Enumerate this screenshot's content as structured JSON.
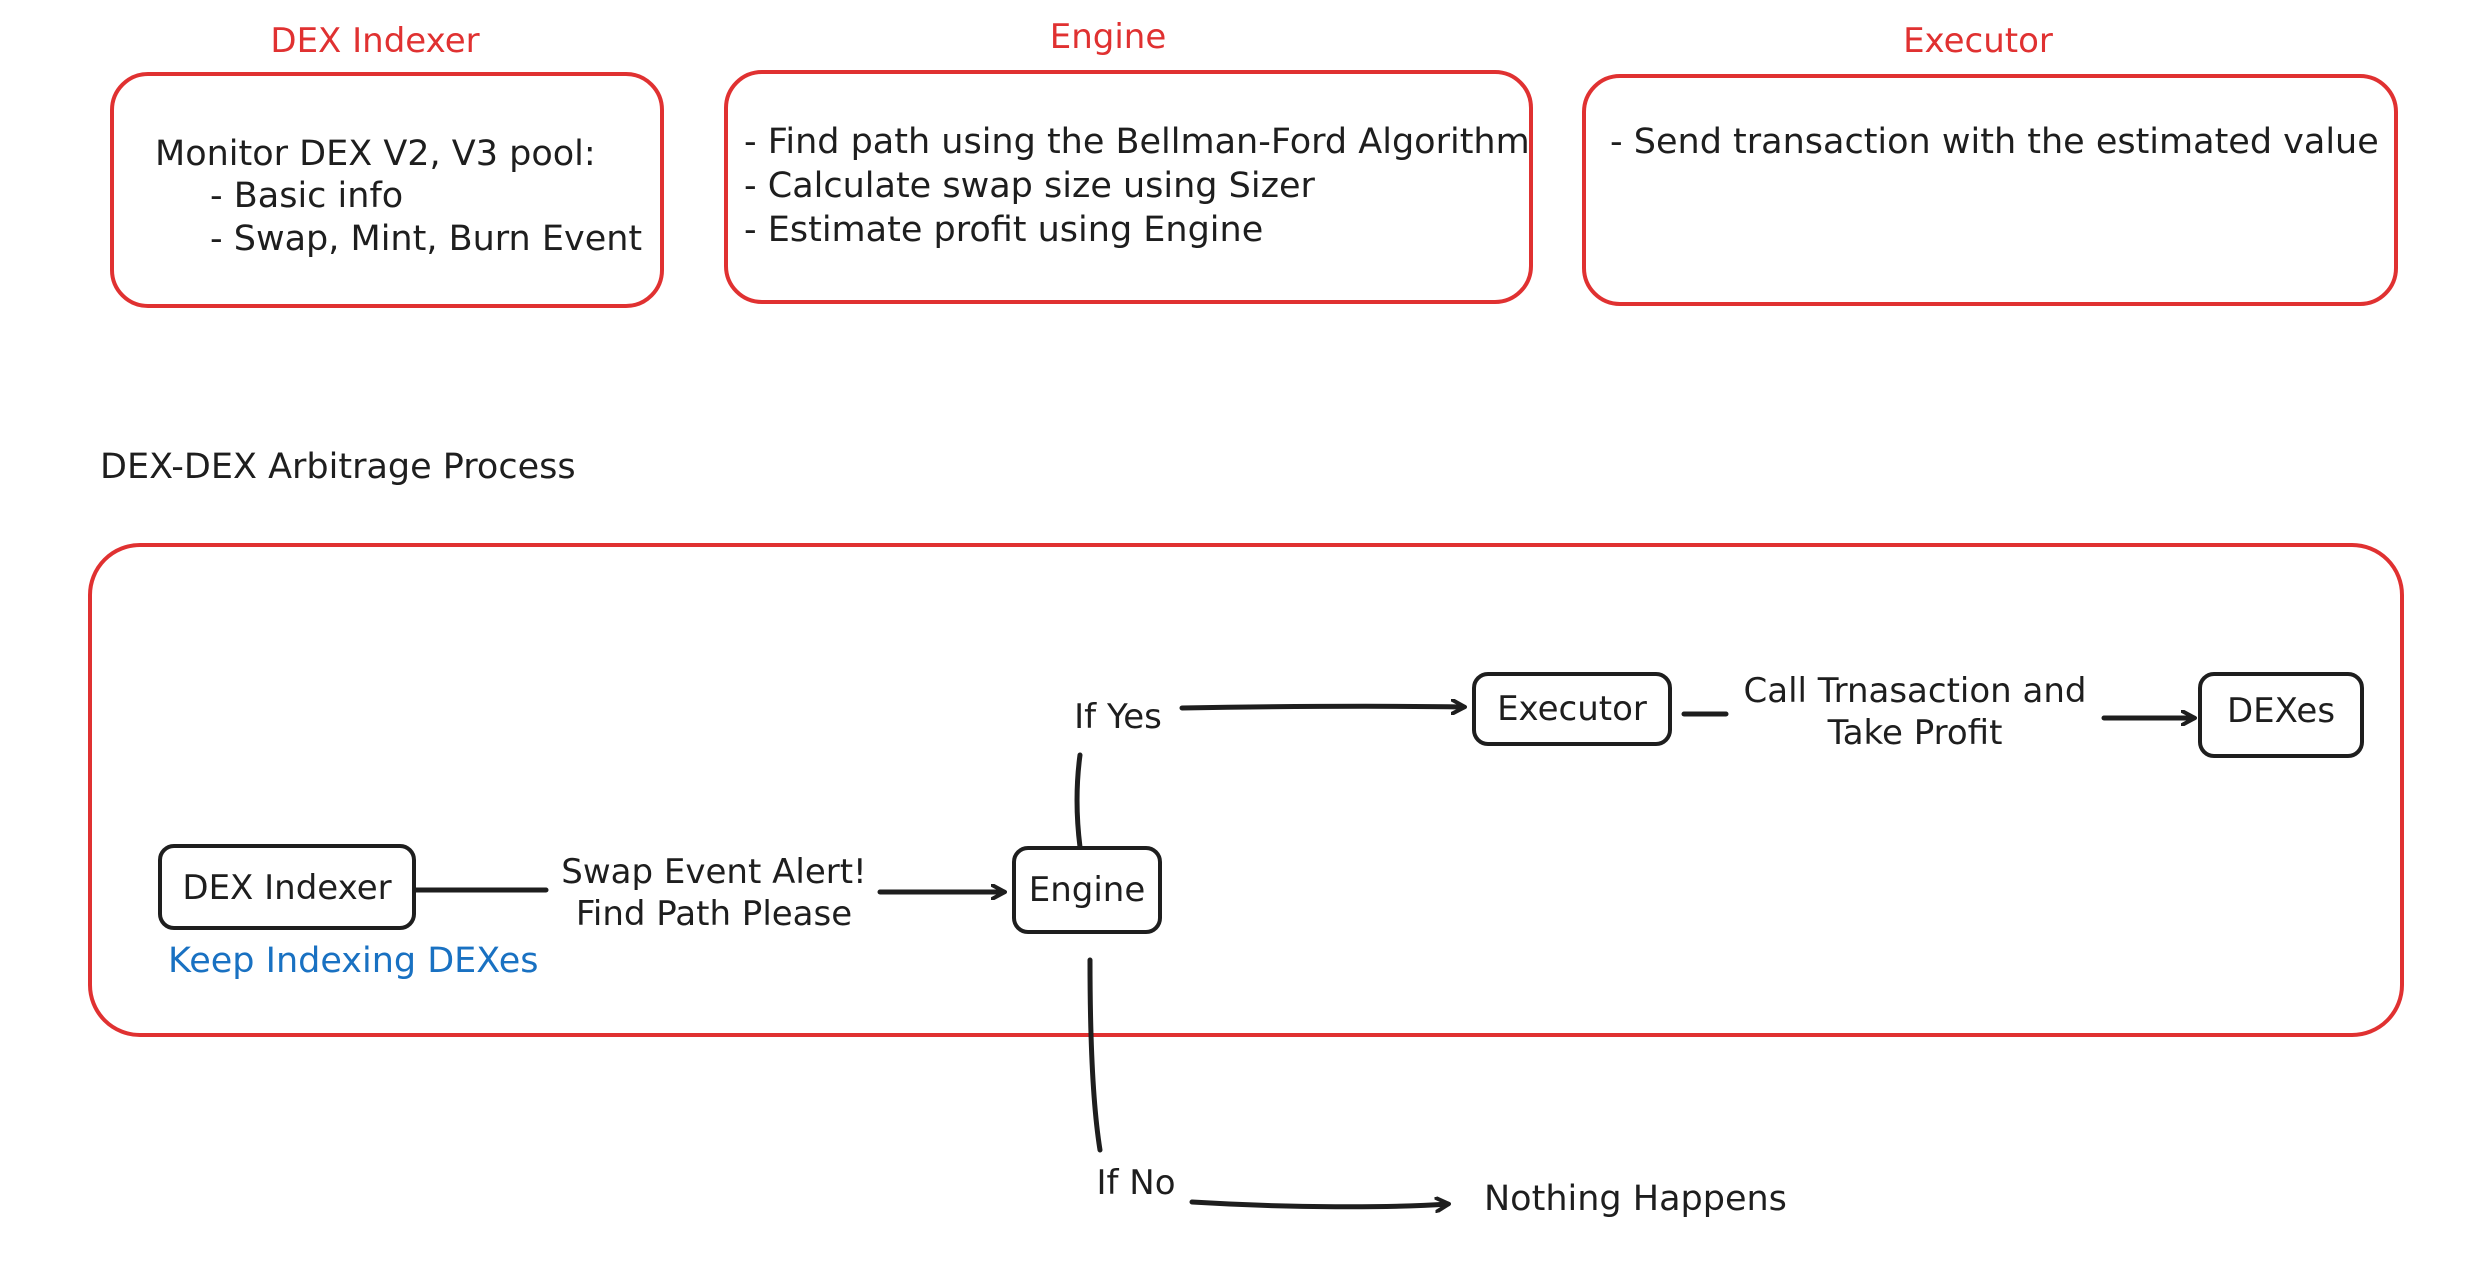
{
  "legend": {
    "indexer": {
      "title": "DEX Indexer",
      "lines": [
        "Monitor DEX V2, V3 pool:",
        "- Basic info",
        "- Swap, Mint, Burn Event"
      ]
    },
    "engine": {
      "title": "Engine",
      "lines": [
        "- Find path using the Bellman-Ford Algorithm",
        "- Calculate swap size using Sizer",
        "- Estimate profit using Engine"
      ]
    },
    "executor": {
      "title": "Executor",
      "lines": [
        "- Send transaction with the estimated value"
      ]
    }
  },
  "process": {
    "title": "DEX-DEX Arbitrage Process",
    "nodes": {
      "dex_indexer": "DEX Indexer",
      "engine": "Engine",
      "executor": "Executor",
      "dexes": "DEXes"
    },
    "edges": {
      "swap_alert_line1": "Swap Event Alert!",
      "swap_alert_line2": "Find Path Please",
      "if_yes": "If Yes",
      "call_tx_line1": "Call Trnasaction and",
      "call_tx_line2": "Take Profit",
      "if_no": "If No"
    },
    "notes": {
      "keep_indexing": "Keep Indexing DEXes",
      "nothing_happens": "Nothing Happens"
    }
  },
  "colors": {
    "accent_red": "#e03131",
    "note_blue": "#1971c2",
    "ink": "#1e1e1e"
  }
}
